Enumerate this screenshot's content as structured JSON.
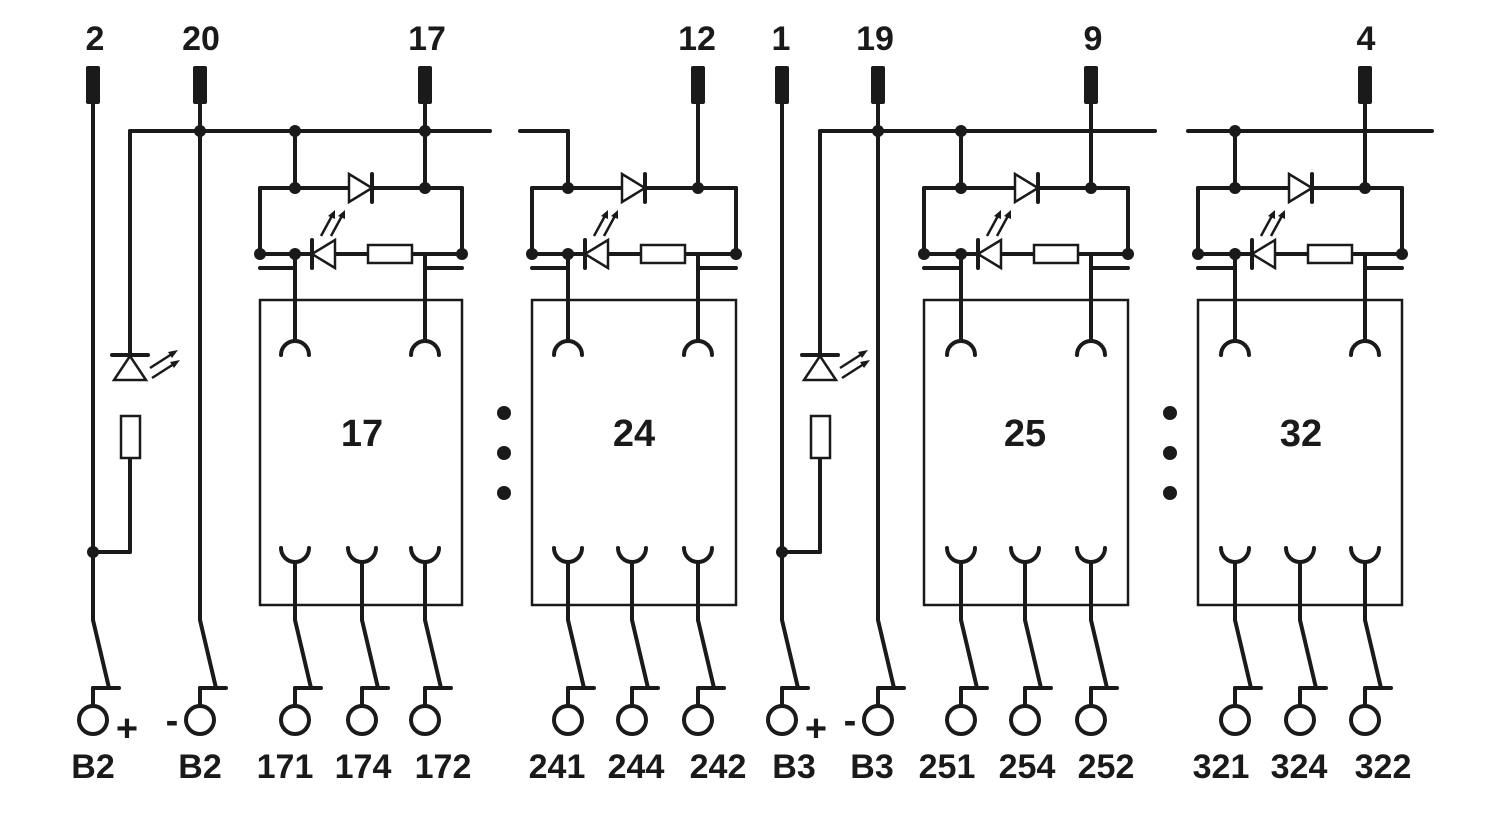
{
  "diagram": {
    "top_terminals": [
      "2",
      "20",
      "17",
      "12",
      "1",
      "19",
      "9",
      "4"
    ],
    "relays": [
      "17",
      "24",
      "25",
      "32"
    ],
    "bottom_terminals": [
      "B2",
      "B2",
      "171",
      "174",
      "172",
      "241",
      "244",
      "242",
      "B3",
      "B3",
      "251",
      "254",
      "252",
      "321",
      "324",
      "322"
    ],
    "polarity_signs": [
      "+",
      "-",
      "+",
      "-"
    ],
    "continuation": "⋮"
  }
}
